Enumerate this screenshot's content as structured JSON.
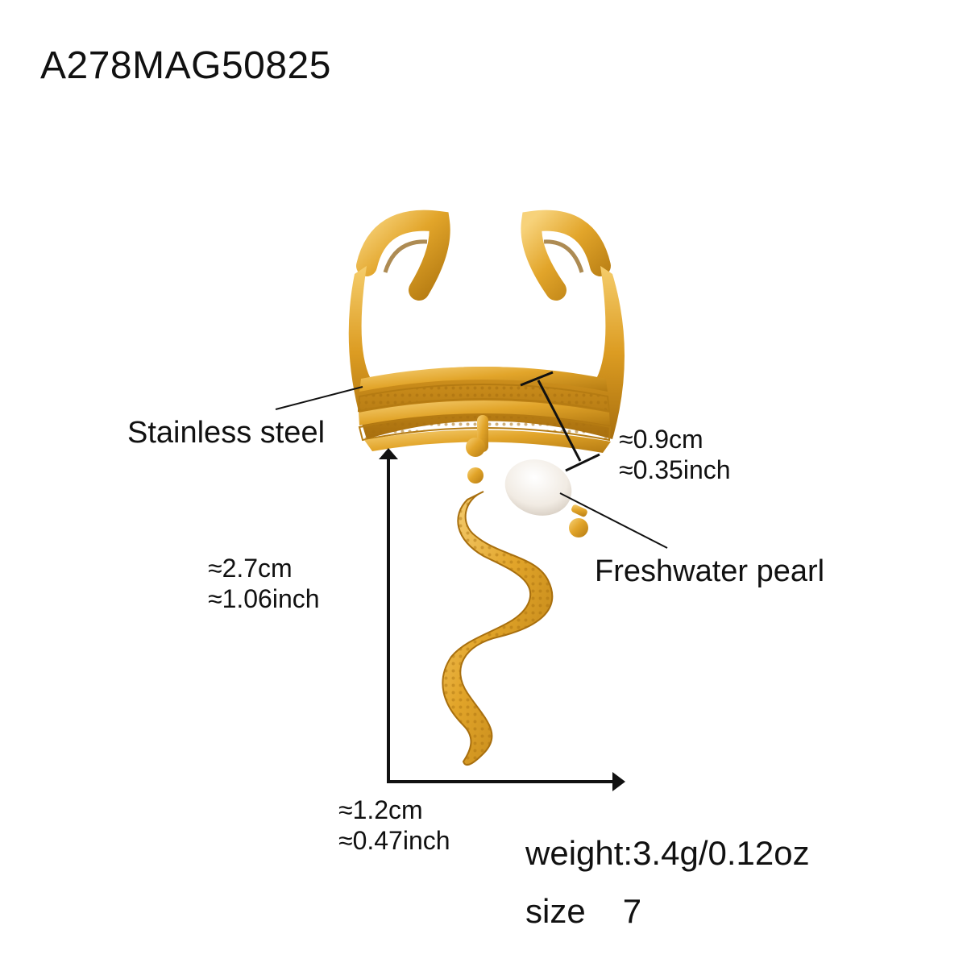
{
  "product": {
    "sku": "A278MAG50825",
    "weight": "weight:3.4g/0.12oz",
    "size_label": "size",
    "size_value": "7"
  },
  "callouts": {
    "material": "Stainless steel",
    "pearl": "Freshwater pearl"
  },
  "dimensions": {
    "thickness_cm": "≈0.9cm",
    "thickness_inch": "≈0.35inch",
    "height_cm": "≈2.7cm",
    "height_inch": "≈1.06inch",
    "width_cm": "≈1.2cm",
    "width_inch": "≈0.47inch"
  },
  "colors": {
    "gold": "#e2a52a",
    "gold_dark": "#b57b12",
    "gold_light": "#f7d27a",
    "pearl": "#f4efe8",
    "line": "#111111"
  }
}
